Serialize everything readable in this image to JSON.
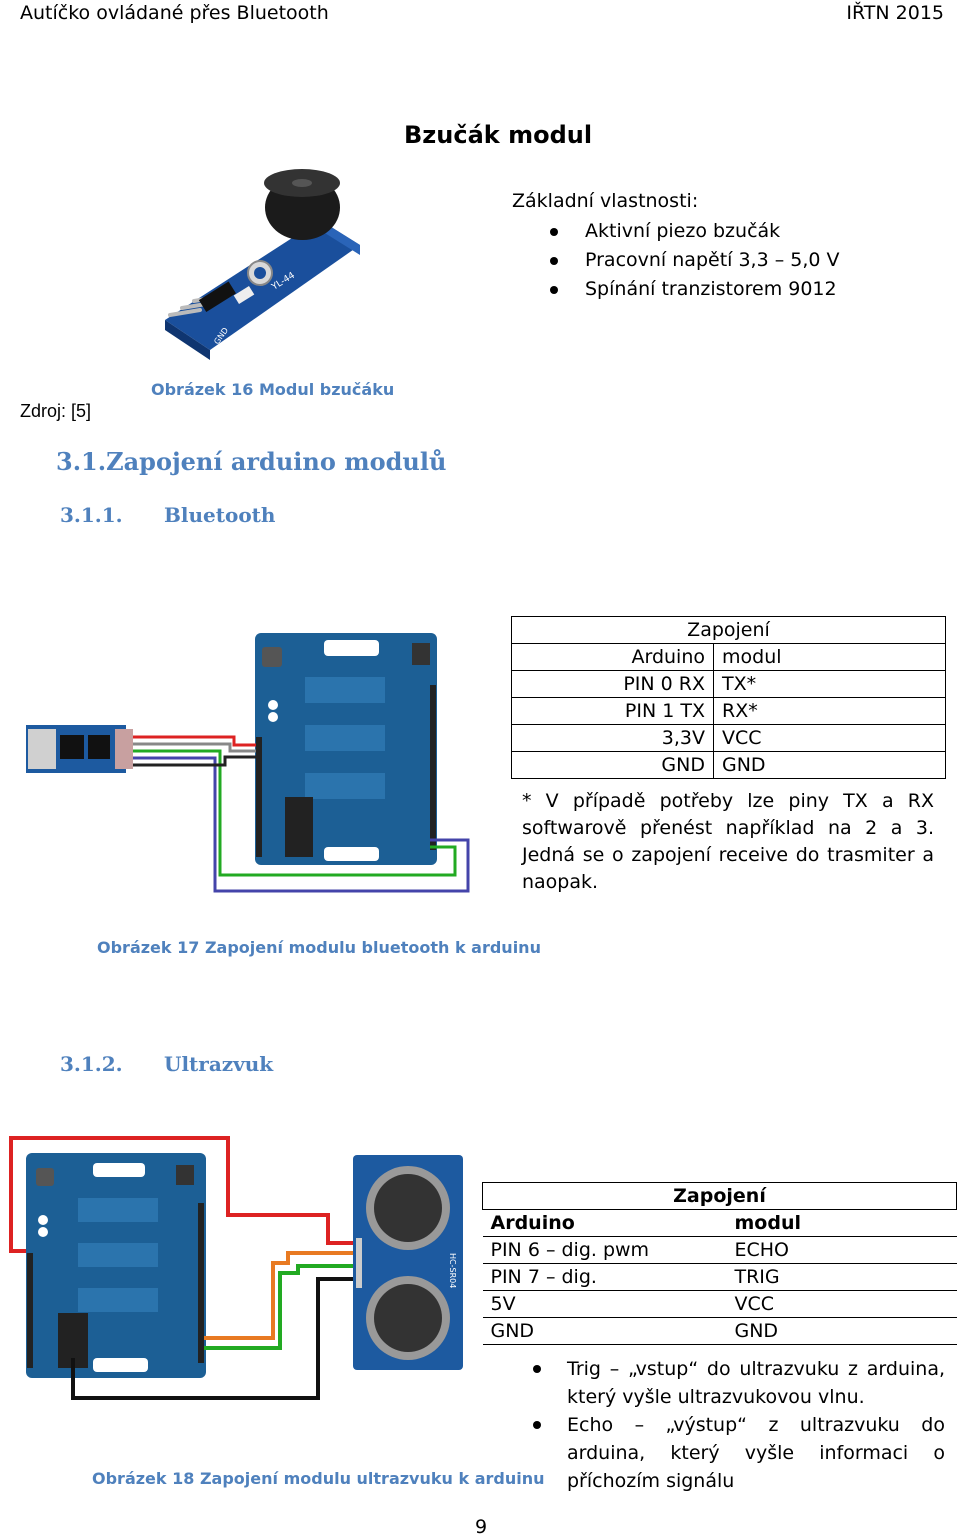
{
  "header": {
    "left": "Autíčko ovládané přes Bluetooth",
    "right": "IŘTN 2015"
  },
  "buzzer": {
    "title": "Bzučák modul",
    "props_title": "Základní vlastnosti:",
    "props": [
      "Aktivní piezo bzučák",
      "Pracovní napětí 3,3 – 5,0 V",
      "Spínání tranzistorem 9012"
    ],
    "module_label": "YL-44",
    "pin_label": "GND",
    "caption": "Obrázek 16 Modul bzučáku",
    "source": "Zdroj: [5]"
  },
  "section": {
    "number": "3.1.",
    "title": "Zapojení arduino modulů"
  },
  "bluetooth": {
    "number": "3.1.1.",
    "title": "Bluetooth",
    "table_header": "Zapojení",
    "rows": [
      [
        "Arduino",
        "modul"
      ],
      [
        "PIN 0 RX",
        "TX*"
      ],
      [
        "PIN 1 TX",
        "RX*"
      ],
      [
        "3,3V",
        "VCC"
      ],
      [
        "GND",
        "GND"
      ]
    ],
    "note": "* V případě potřeby lze piny TX a RX softwarově přenést například na 2 a 3. Jedná se o zapojení receive do trasmiter a naopak.",
    "caption": "Obrázek 17 Zapojení modulu bluetooth k arduinu"
  },
  "ultrasonic": {
    "number": "3.1.2.",
    "title": "Ultrazvuk",
    "table_header": "Zapojení",
    "rows": [
      [
        "Arduino",
        "modul"
      ],
      [
        "PIN 6 – dig. pwm",
        "ECHO"
      ],
      [
        "PIN 7 – dig.",
        "TRIG"
      ],
      [
        "5V",
        "VCC"
      ],
      [
        "GND",
        "GND"
      ]
    ],
    "notes": [
      "Trig – „vstup“ do ultrazvuku z arduina, který vyšle ultrazvukovou vlnu.",
      "Echo – „výstup“ z ultrazvuku do arduina, který vyšle informaci o příchozím signálu"
    ],
    "sensor_label": "HC-SR04",
    "caption": "Obrázek 18 Zapojení modulu ultrazvuku k arduinu"
  },
  "page_number": "9"
}
